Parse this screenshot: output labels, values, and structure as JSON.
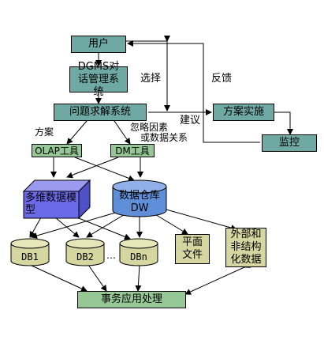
{
  "nodes": {
    "user": "用户",
    "dgms": "DGMS对话管理系统",
    "solver": "问题求解系统",
    "olap": "OLAP工具",
    "dm": "DM工具",
    "cube": "多维数据模型",
    "dw": "数据仓库DW",
    "db1": "DB1",
    "db2": "DB2",
    "dbn": "DBn",
    "flat_file": "平面文件",
    "external": "外部和非结构化数据",
    "tx": "事务应用处理",
    "plan_exec": "方案实施",
    "monitor": "监控"
  },
  "edge_labels": {
    "select": "选择",
    "feedback": "反馈",
    "suggest": "建议",
    "scheme": "方案",
    "ignore": "忽略因素",
    "or_rel": "或数据关系",
    "ellipsis": "…"
  },
  "colors": {
    "teal": "#6fa9a4",
    "green": "#96c896",
    "olive": "#d6d6a0",
    "cube": "#6a6ae8",
    "dw": "#5f8fd8"
  }
}
